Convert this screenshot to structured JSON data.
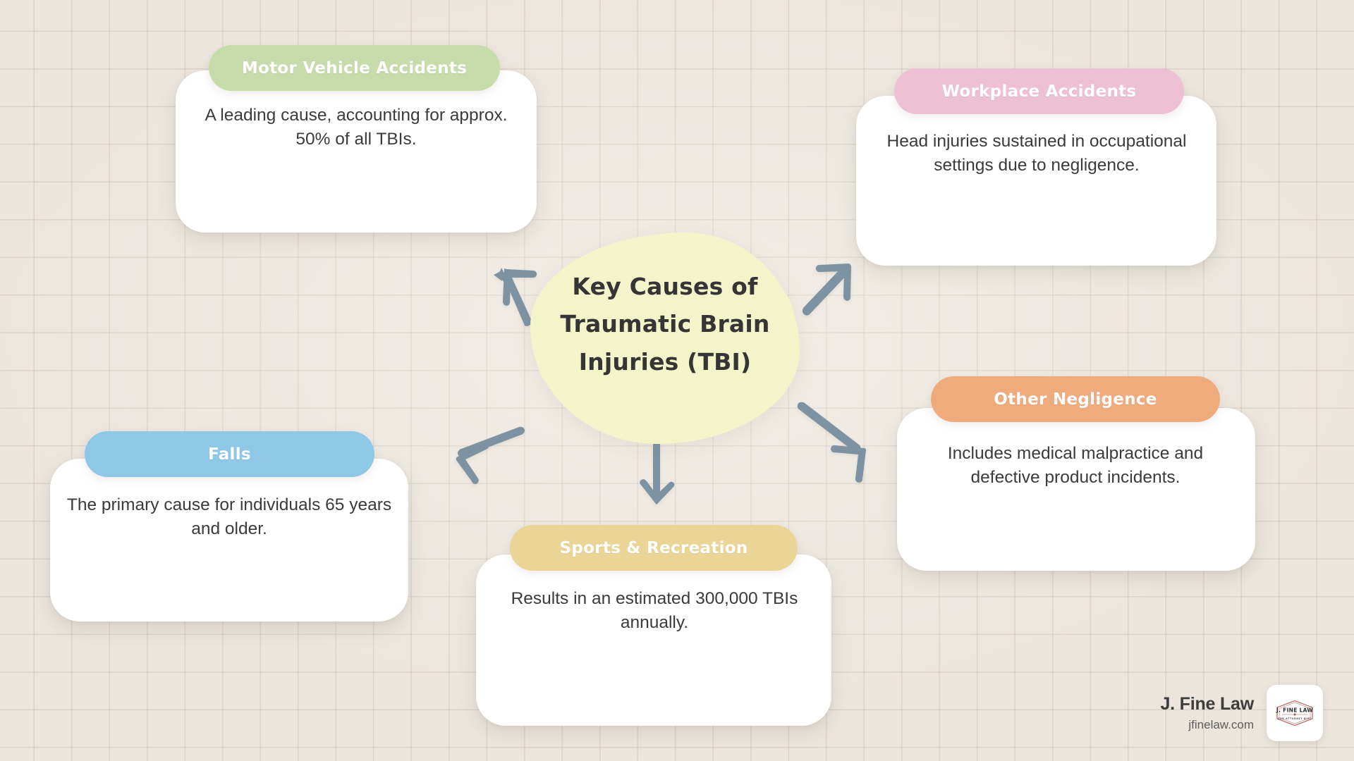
{
  "theme": {
    "background": "#ebe5de",
    "grid_line": "#9b8f83",
    "center_fill": "#f4f4cb",
    "arrow_color": "#7d93a3",
    "card_fill": "#ffffff",
    "body_text": "#3b3b3b"
  },
  "center": {
    "title_lines": [
      "Key Causes of",
      "Traumatic Brain",
      "Injuries (TBI)"
    ],
    "title_full": "Key Causes of Traumatic Brain Injuries (TBI)"
  },
  "cards": [
    {
      "id": "motor-vehicle-accidents",
      "title": "Motor Vehicle Accidents",
      "description": "A leading cause, accounting for approx. 50% of all TBIs.",
      "accent": "#c6dcab"
    },
    {
      "id": "workplace-accidents",
      "title": "Workplace Accidents",
      "title_full": "Workplace Accidents",
      "description": "Head injuries sustained in occupational settings due to negligence.",
      "accent": "#eec0d4"
    },
    {
      "id": "other-negligence",
      "title": "Other Negligence",
      "description": "Includes medical malpractice and defective product incidents.",
      "accent": "#f0ab7d"
    },
    {
      "id": "sports-recreation",
      "title": "Sports & Recreation",
      "description": "Results in an estimated 300,000 TBIs annually.",
      "accent": "#ead597"
    },
    {
      "id": "falls",
      "title": "Falls",
      "description": "The primary cause for individuals 65 years and older.",
      "accent": "#8fc7e7"
    }
  ],
  "arrows": [
    {
      "name": "arrow-to-motor-vehicle-accidents",
      "direction": "up-left"
    },
    {
      "name": "arrow-to-workplace-accidents",
      "direction": "up-right"
    },
    {
      "name": "arrow-to-other-negligence",
      "direction": "down-right"
    },
    {
      "name": "arrow-to-sports-recreation",
      "direction": "down"
    },
    {
      "name": "arrow-to-falls",
      "direction": "down-left"
    }
  ],
  "brand": {
    "name": "J. Fine Law",
    "url": "jfinelaw.com",
    "logo_title": "J. FINE LAW",
    "logo_subtitle": "OUR ATTORNEY BIOS"
  }
}
